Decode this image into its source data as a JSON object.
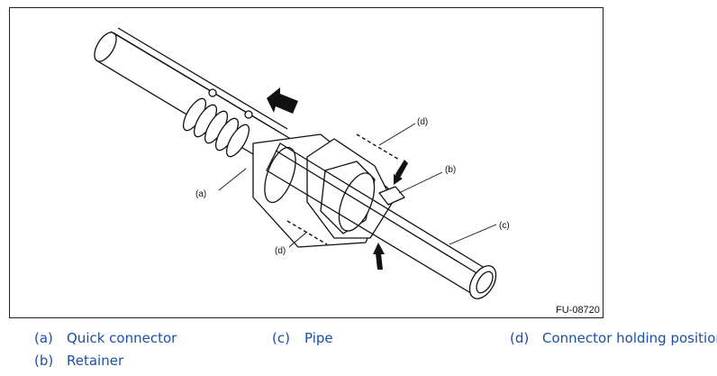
{
  "figure": {
    "code": "FU-08720",
    "callouts": {
      "a": "(a)",
      "b": "(b)",
      "c": "(c)",
      "d": "(d)"
    },
    "colors": {
      "line": "#111111",
      "text_link": "#1a50a8"
    }
  },
  "legend": [
    {
      "key": "(a)",
      "label": "Quick connector"
    },
    {
      "key": "(b)",
      "label": "Retainer"
    },
    {
      "key": "(c)",
      "label": "Pipe"
    },
    {
      "key": "(d)",
      "label": "Connector holding position"
    }
  ]
}
